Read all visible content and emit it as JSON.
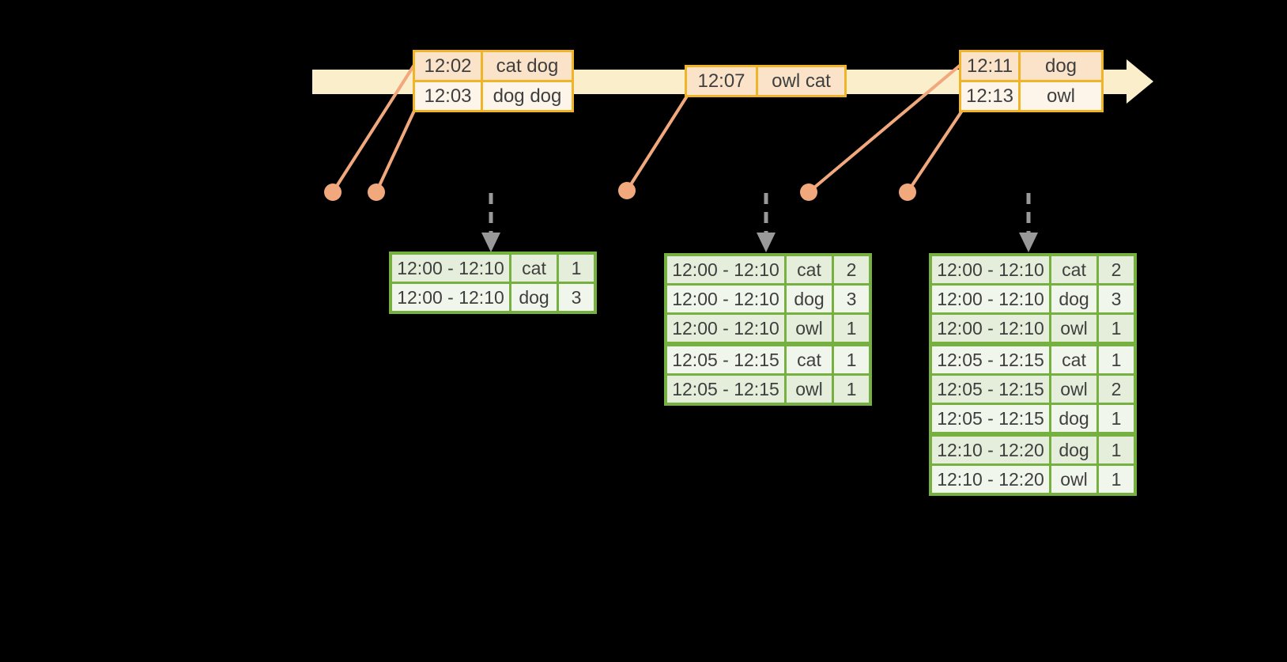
{
  "colors": {
    "background": "#000000",
    "timeline_fill": "#fbeecb",
    "event_table_border": "#f0b429",
    "event_row_fill_a": "#fae3c8",
    "event_row_fill_b": "#fdf5e9",
    "connector_dot": "#f1a87c",
    "trigger_arrow": "#999999",
    "result_table_border": "#76b041",
    "result_row_fill_a": "#e4eeda",
    "result_row_fill_b": "#f1f6ec",
    "text": "#3f3f3f"
  },
  "event_tables": [
    {
      "rows": [
        {
          "time": "12:02",
          "words": "cat dog"
        },
        {
          "time": "12:03",
          "words": "dog dog"
        }
      ]
    },
    {
      "rows": [
        {
          "time": "12:07",
          "words": "owl cat"
        }
      ]
    },
    {
      "rows": [
        {
          "time": "12:11",
          "words": "dog"
        },
        {
          "time": "12:13",
          "words": "owl"
        }
      ]
    }
  ],
  "result_tables": [
    {
      "rows": [
        {
          "window": "12:00 - 12:10",
          "word": "cat",
          "count": "1"
        },
        {
          "window": "12:00 - 12:10",
          "word": "dog",
          "count": "3"
        }
      ]
    },
    {
      "rows": [
        {
          "window": "12:00 - 12:10",
          "word": "cat",
          "count": "2"
        },
        {
          "window": "12:00 - 12:10",
          "word": "dog",
          "count": "3"
        },
        {
          "window": "12:00 - 12:10",
          "word": "owl",
          "count": "1"
        },
        {
          "window": "12:05 - 12:15",
          "word": "cat",
          "count": "1"
        },
        {
          "window": "12:05 - 12:15",
          "word": "owl",
          "count": "1"
        }
      ]
    },
    {
      "rows": [
        {
          "window": "12:00 - 12:10",
          "word": "cat",
          "count": "2"
        },
        {
          "window": "12:00 - 12:10",
          "word": "dog",
          "count": "3"
        },
        {
          "window": "12:00 - 12:10",
          "word": "owl",
          "count": "1"
        },
        {
          "window": "12:05 - 12:15",
          "word": "cat",
          "count": "1"
        },
        {
          "window": "12:05 - 12:15",
          "word": "owl",
          "count": "2"
        },
        {
          "window": "12:05 - 12:15",
          "word": "dog",
          "count": "1"
        },
        {
          "window": "12:10 - 12:20",
          "word": "dog",
          "count": "1"
        },
        {
          "window": "12:10 - 12:20",
          "word": "owl",
          "count": "1"
        }
      ]
    }
  ]
}
